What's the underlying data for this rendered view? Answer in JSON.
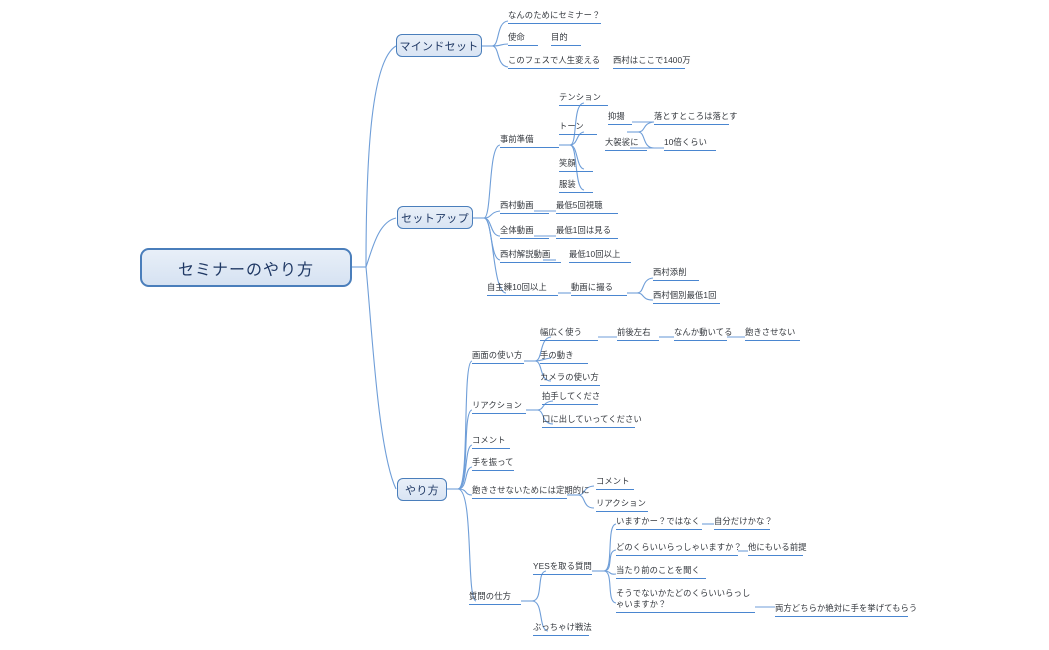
{
  "document": {
    "type": "mindmap",
    "root": "セミナーのやり方"
  },
  "colors": {
    "node_fill": "#dce6f2",
    "node_border": "#4a7ebb",
    "node_text": "#1f3864",
    "topic_text": "#33373d",
    "underline": "#4a86d0",
    "connector": "#6f9ed8",
    "background": "#ffffff"
  },
  "branches": [
    {
      "label": "マインドセット",
      "topics": [
        "なんのためにセミナー？",
        "使命",
        "目的",
        "このフェスで人生変える",
        "西村はここで1400万"
      ]
    },
    {
      "label": "セットアップ",
      "topics": [
        "事前準備",
        "テンション",
        "トーン",
        "抑揚",
        "落とすところは落とす",
        "大袈裟に",
        "10倍くらい",
        "笑顔",
        "服装",
        "西村動画",
        "最低5回視聴",
        "全体動画",
        "最低1回は見る",
        "西村解説動画",
        "最低10回以上",
        "自主練10回以上",
        "動画に撮る",
        "西村添削",
        "西村個別最低1回"
      ]
    },
    {
      "label": "やり方",
      "topics": [
        "画面の使い方",
        "幅広く使う",
        "前後左右",
        "なんか動いてる",
        "飽きさせない",
        "手の動き",
        "カメラの使い方",
        "リアクション",
        "拍手してくださ",
        "口に出していってください",
        "コメント",
        "手を振って",
        "飽きさせないためには定期的に",
        "コメント",
        "リアクション",
        "質問の仕方",
        "YESを取る質問",
        "いますかー？ではなく",
        "自分だけかな？",
        "どのくらいいらっしゃいますか？",
        "他にもいる前提",
        "当たり前のことを聞く",
        "そうでないかたどのくらいいらっしゃいますか？",
        "両方どちらか絶対に手を挙げてもらう",
        "ぶっちゃけ戦法"
      ]
    }
  ],
  "nodes": {
    "root": "セミナーのやり方",
    "b1": "マインドセット",
    "b2": "セットアップ",
    "b3": "やり方",
    "t_why": "なんのためにセミナー？",
    "t_mission": "使命",
    "t_purpose": "目的",
    "t_fes": "このフェスで人生変える",
    "t_nishimura1400": "西村はここで1400万",
    "t_prep": "事前準備",
    "t_tension": "テンション",
    "t_tone": "トーン",
    "t_yokuyou": "抑揚",
    "t_otosu": "落とすところは落とす",
    "t_oogesa": "大袈裟に",
    "t_10bai": "10倍くらい",
    "t_egao": "笑顔",
    "t_fukusou": "服装",
    "t_nvideo": "西村動画",
    "t_nvideo_v": "最低5回視聴",
    "t_allvideo": "全体動画",
    "t_allvideo_v": "最低1回は見る",
    "t_kaisetsu": "西村解説動画",
    "t_kaisetsu_v": "最低10回以上",
    "t_jishu": "自主練10回以上",
    "t_toru": "動画に撮る",
    "t_tensaku": "西村添削",
    "t_kobetsu": "西村個別最低1回",
    "t_screen": "画面の使い方",
    "t_hirobiro": "幅広く使う",
    "t_zengo": "前後左右",
    "t_ugoiteru": "なんか動いてる",
    "t_akisasenai": "飽きさせない",
    "t_te": "手の動き",
    "t_camera": "カメラの使い方",
    "t_reaction": "リアクション",
    "t_hakushu": "拍手してくださ",
    "t_kuchi": "口に出していってください",
    "t_comment": "コメント",
    "t_tefutte": "手を振って",
    "t_teiki": "飽きさせないためには定期的に",
    "t_comment2": "コメント",
    "t_reaction2": "リアクション",
    "t_question": "質問の仕方",
    "t_yes": "YESを取る質問",
    "t_imasuka": "いますかー？ではなく",
    "t_jibun": "自分だけかな？",
    "t_donokurai": "どのくらいいらっしゃいますか？",
    "t_hokanimo": "他にもいる前提",
    "t_atarimae": "当たり前のことを聞く",
    "t_soudenai": "そうでないかたどのくらいいらっしゃいますか？",
    "t_ryouhou": "両方どちらか絶対に手を挙げてもらう",
    "t_bucchake": "ぶっちゃけ戦法"
  }
}
